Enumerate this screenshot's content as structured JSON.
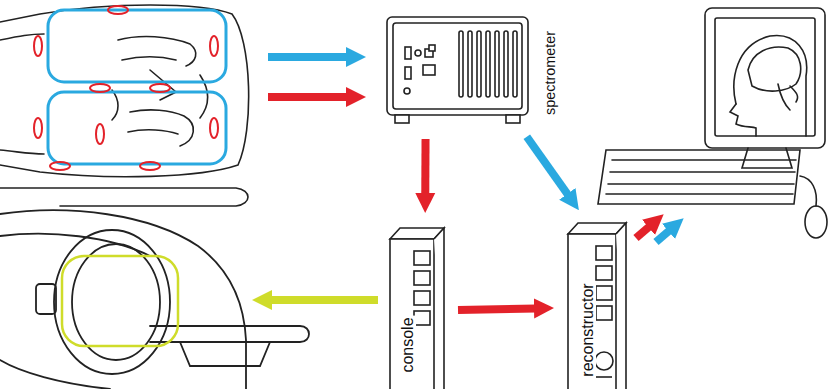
{
  "diagram": {
    "nodes": [
      {
        "text": [
          "spectrometer"
        ]
      },
      {
        "text": [
          "console"
        ]
      },
      {
        "text": [
          "reconstructor"
        ]
      }
    ],
    "edges": [
      {
        "from": 0,
        "to": 1,
        "arrow": "to"
      },
      {
        "from": 0,
        "to": 2,
        "arrow": "to"
      },
      {
        "from": 1,
        "to": 2,
        "arrow": "to"
      }
    ]
  }
}
